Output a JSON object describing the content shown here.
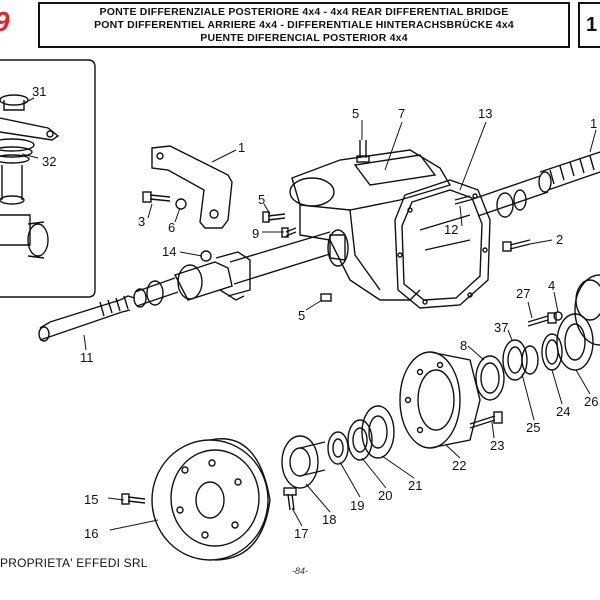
{
  "header": {
    "line1": "PONTE DIFFERENZIALE POSTERIORE 4x4  -  4x4 REAR DIFFERENTIAL BRIDGE",
    "line2": "PONT DIFFERENTIEL ARRIERE  4x4  -  DIFFERENTIALE HINTERACHSBRÜCKE 4x4",
    "line3": "PUENTE DIFERENCIAL POSTERIOR  4x4",
    "page_box": "1"
  },
  "logo_text": "9",
  "footer": {
    "owner": "PROPRIETA' EFFEDI SRL",
    "page": "-84-"
  },
  "callouts": {
    "c31": "31",
    "c32": "32",
    "c1": "1",
    "c3": "3",
    "c6": "6",
    "c5a": "5",
    "c9": "9",
    "c14": "14",
    "c5b": "5",
    "c5c": "5",
    "c7": "7",
    "c13": "13",
    "c12": "12",
    "c2": "2",
    "c10": "1",
    "c11": "11",
    "c4": "4",
    "c27": "27",
    "c37": "37",
    "c8": "8",
    "c25": "25",
    "c24": "24",
    "c26": "26",
    "c23": "23",
    "c22": "22",
    "c21": "21",
    "c20": "20",
    "c19": "19",
    "c18": "18",
    "c17": "17",
    "c15": "15",
    "c16": "16"
  }
}
